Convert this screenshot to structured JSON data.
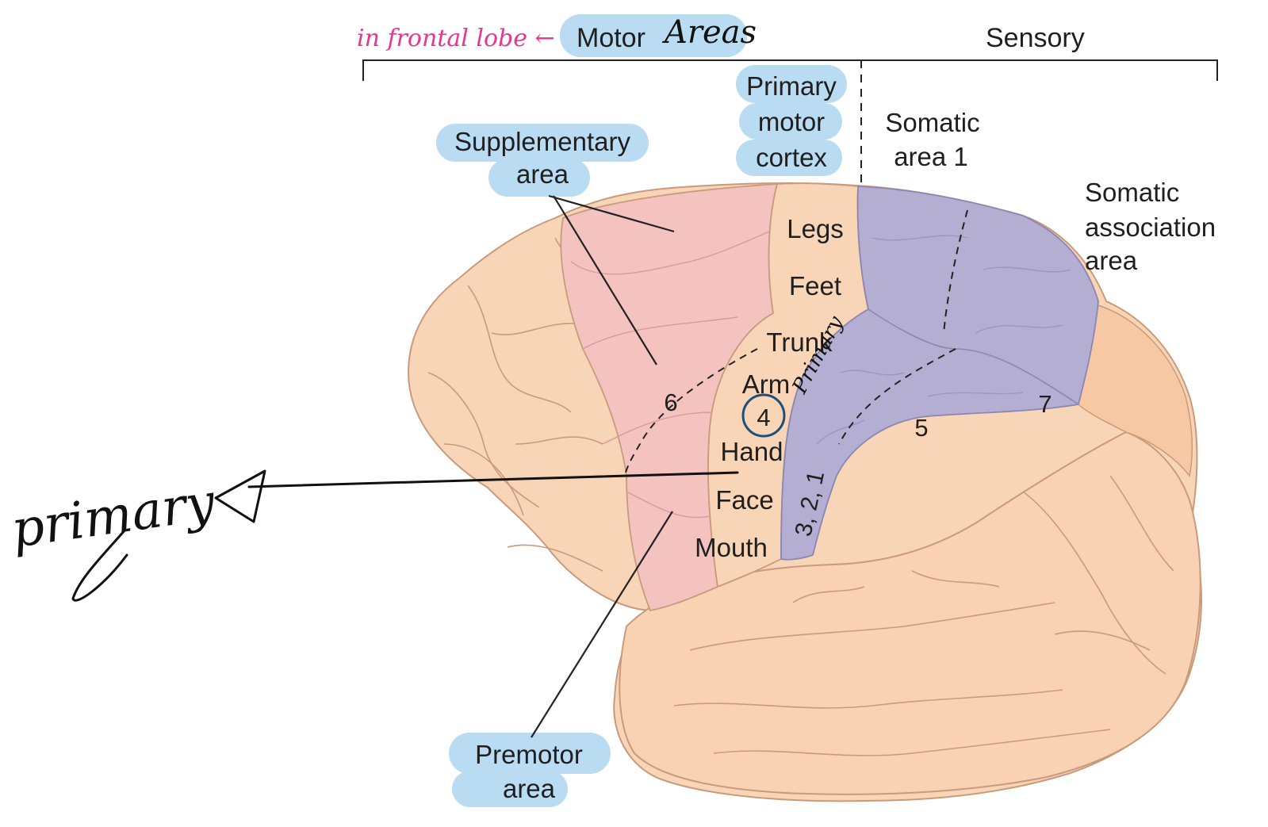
{
  "header": {
    "motor_prefix": "Motor",
    "motor_hand": "Areas",
    "frontal_note": "in frontal lobe ←",
    "sensory": "Sensory"
  },
  "motor_labels": {
    "primary_motor_cortex": [
      "Primary",
      "motor",
      "cortex"
    ],
    "supplementary_area": [
      "Supplementary",
      "area"
    ],
    "premotor_area": [
      "Premotor",
      "area"
    ]
  },
  "sensory_labels": {
    "somatic_area_1": [
      "Somatic",
      "area 1"
    ],
    "somatic_association_area": [
      "Somatic",
      "association",
      "area"
    ]
  },
  "body_map": [
    "Legs",
    "Feet",
    "Trunk",
    "Arm",
    "Hand",
    "Face",
    "Mouth"
  ],
  "brodmann": {
    "area_4": "4",
    "area_6": "6",
    "area_5": "5",
    "area_7": "7",
    "area_321": "3, 2, 1"
  },
  "handwritten": {
    "primary_big": "primary",
    "primary_small": "Primary"
  },
  "colors": {
    "brain": "#f8d5b6",
    "brain_line": "#c99a7c",
    "premotor": "#f4c3c0",
    "sensory": "#b4aed3",
    "highlight": "#b9dcf3",
    "annotation_pink": "#e6368e",
    "circle_blue": "#1c4f7a"
  }
}
